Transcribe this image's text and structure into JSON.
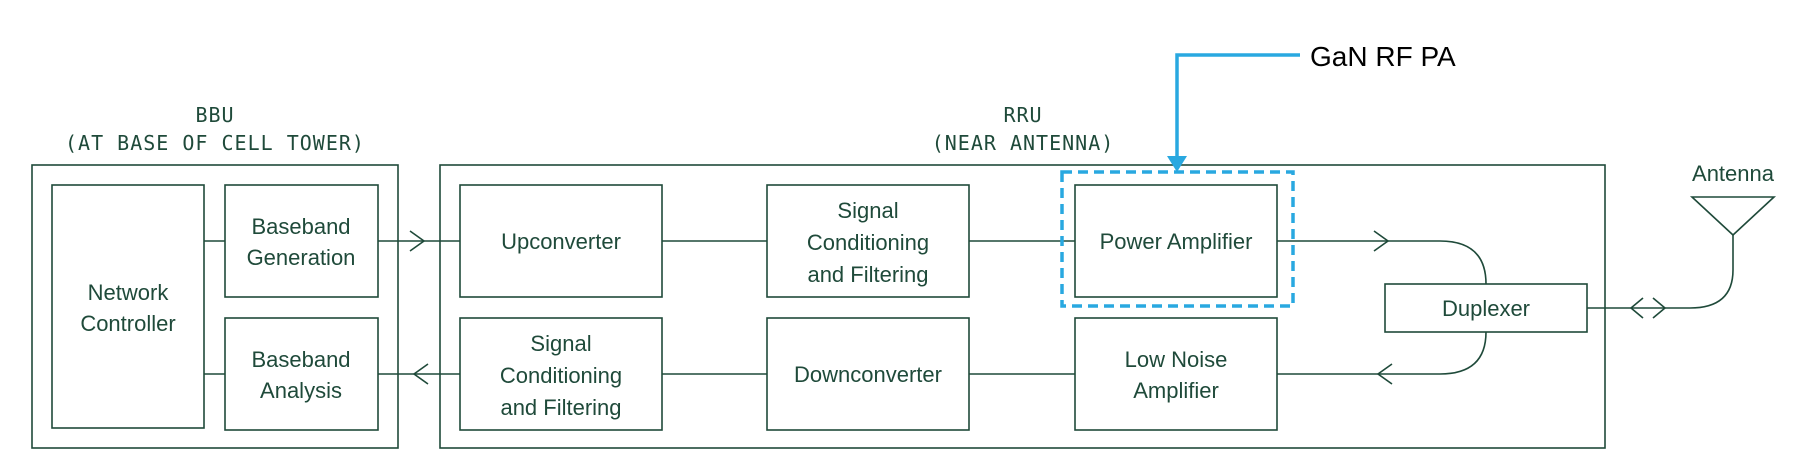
{
  "bbu": {
    "title": "BBU",
    "subtitle": "(AT BASE OF CELL TOWER)",
    "network_controller": [
      "Network",
      "Controller"
    ],
    "baseband_generation": [
      "Baseband",
      "Generation"
    ],
    "baseband_analysis": [
      "Baseband",
      "Analysis"
    ]
  },
  "rru": {
    "title": "RRU",
    "subtitle": "(NEAR ANTENNA)",
    "upconverter": "Upconverter",
    "signal_tx": [
      "Signal",
      "Conditioning",
      "and Filtering"
    ],
    "power_amplifier": "Power Amplifier",
    "signal_rx": [
      "Signal",
      "Conditioning",
      "and Filtering"
    ],
    "downconverter": "Downconverter",
    "lna": [
      "Low Noise",
      "Amplifier"
    ],
    "duplexer": "Duplexer"
  },
  "antenna": "Antenna",
  "callout": "GaN RF PA",
  "colors": {
    "line": "#1f4a3a",
    "highlight": "#29a8e0"
  }
}
